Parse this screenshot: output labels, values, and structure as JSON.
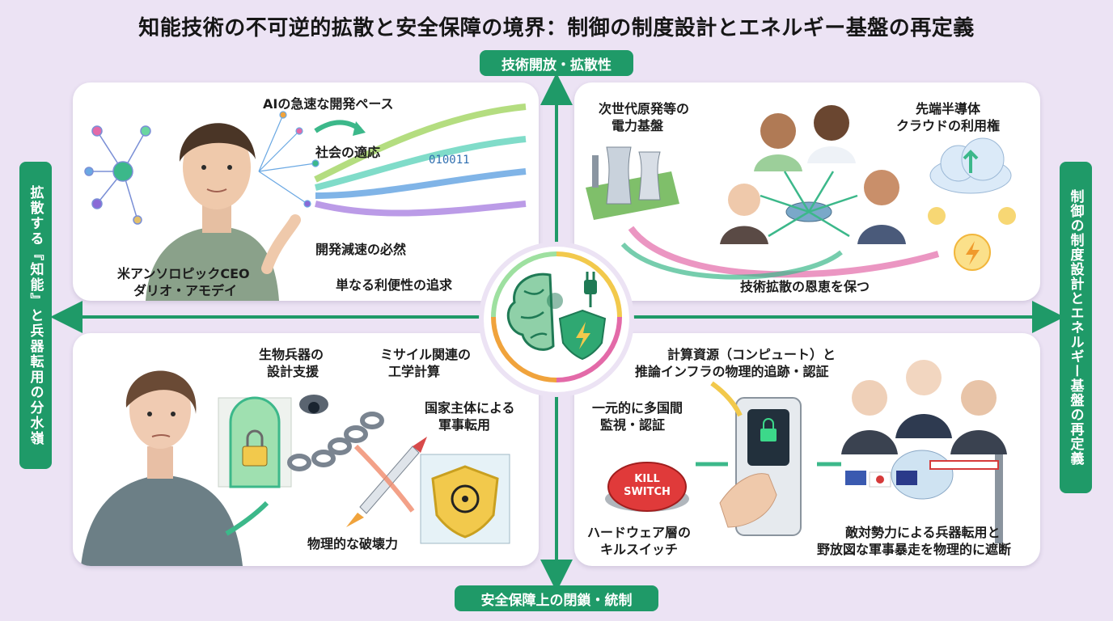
{
  "title": "知能技術の不可逆的拡散と安全保障の境界：制御の制度設計とエネルギー基盤の再定義",
  "axes": {
    "top": "技術開放・拡散性",
    "bottom": "安全保障上の閉鎖・統制",
    "left": "拡散する『知能』と兵器転用の分水嶺",
    "right": "制御の制度設計とエネルギー基盤の再定義"
  },
  "top_left": {
    "pace": "AIの急速な開発ペース",
    "adapt": "社会の適応",
    "ceo_line1": "米アンソロピックCEO",
    "ceo_line2": "ダリオ・アモデイ",
    "slowdown": "開発減速の必然",
    "convenience": "単なる利便性の追求",
    "binary": "010011"
  },
  "top_right": {
    "nuclear_line1": "次世代原発等の",
    "nuclear_line2": "電力基盤",
    "chip_line1": "先端半導体",
    "chip_line2": "クラウドの利用権",
    "benefit": "技術拡散の恩恵を保つ"
  },
  "bottom_left": {
    "bio_line1": "生物兵器の",
    "bio_line2": "設計支援",
    "missile_line1": "ミサイル関連の",
    "missile_line2": "工学計算",
    "state_line1": "国家主体による",
    "state_line2": "軍事転用",
    "destructive": "物理的な破壊力"
  },
  "bottom_right": {
    "compute_line1": "計算資源（コンピュート）と",
    "compute_line2": "推論インフラの物理的追跡・認証",
    "unified_line1": "一元的に多国間",
    "unified_line2": "監視・認証",
    "kill_line1": "KILL",
    "kill_line2": "SWITCH",
    "hardware_line1": "ハードウェア層の",
    "hardware_line2": "キルスイッチ",
    "block_line1": "敵対勢力による兵器転用と",
    "block_line2": "野放図な軍事暴走を物理的に遮断"
  },
  "colors": {
    "accent_green": "#1f9a68",
    "background": "#ece3f4",
    "ring_orange": "#f0a33c",
    "ring_pink": "#e36aa8",
    "ring_yellow": "#f2c94c"
  }
}
